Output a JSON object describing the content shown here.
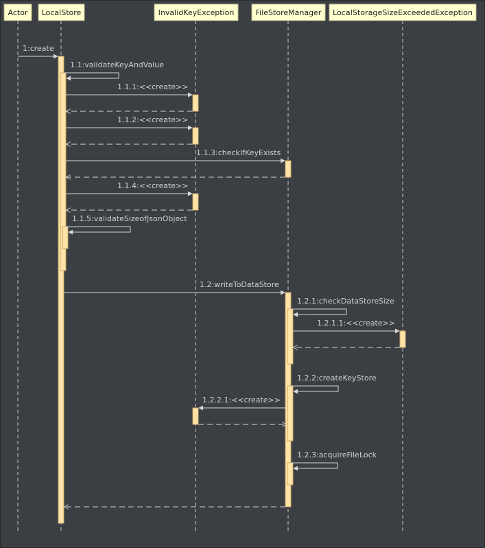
{
  "participants": [
    {
      "id": "actor",
      "label": "Actor"
    },
    {
      "id": "localstore",
      "label": "LocalStore"
    },
    {
      "id": "invalidkey",
      "label": "InvalidKeyException"
    },
    {
      "id": "filestore",
      "label": "FileStoreManager"
    },
    {
      "id": "sizeexceeded",
      "label": "LocalStorageSizeExceededException"
    }
  ],
  "messages": [
    {
      "id": "m1",
      "label": "1:create",
      "from": "actor",
      "to": "localstore"
    },
    {
      "id": "m1_1",
      "label": "1.1:validateKeyAndValue",
      "from": "localstore",
      "to": "localstore"
    },
    {
      "id": "m1_1_1",
      "label": "1.1.1:<<create>>",
      "from": "localstore",
      "to": "invalidkey"
    },
    {
      "id": "m1_1_2",
      "label": "1.1.2:<<create>>",
      "from": "localstore",
      "to": "invalidkey"
    },
    {
      "id": "m1_1_3",
      "label": "1.1.3:checkIfKeyExists",
      "from": "localstore",
      "to": "filestore"
    },
    {
      "id": "m1_1_4",
      "label": "1.1.4:<<create>>",
      "from": "localstore",
      "to": "invalidkey"
    },
    {
      "id": "m1_1_5",
      "label": "1.1.5:validateSizeofJsonObject",
      "from": "localstore",
      "to": "localstore"
    },
    {
      "id": "m1_2",
      "label": "1.2:writeToDataStore",
      "from": "localstore",
      "to": "filestore"
    },
    {
      "id": "m1_2_1",
      "label": "1.2.1:checkDataStoreSize",
      "from": "filestore",
      "to": "filestore"
    },
    {
      "id": "m1_2_1_1",
      "label": "1.2.1.1:<<create>>",
      "from": "filestore",
      "to": "sizeexceeded"
    },
    {
      "id": "m1_2_2",
      "label": "1.2.2:createKeyStore",
      "from": "filestore",
      "to": "filestore"
    },
    {
      "id": "m1_2_2_1",
      "label": "1.2.2.1:<<create>>",
      "from": "filestore",
      "to": "invalidkey"
    },
    {
      "id": "m1_2_3",
      "label": "1.2.3:acquireFileLock",
      "from": "filestore",
      "to": "filestore"
    }
  ],
  "colors": {
    "background": "#3b3e42",
    "participant_fill": "#ffffcf",
    "activation_fill": "#ffe3a8",
    "line": "#d6d6d6",
    "label_text": "#d0d0d0"
  }
}
